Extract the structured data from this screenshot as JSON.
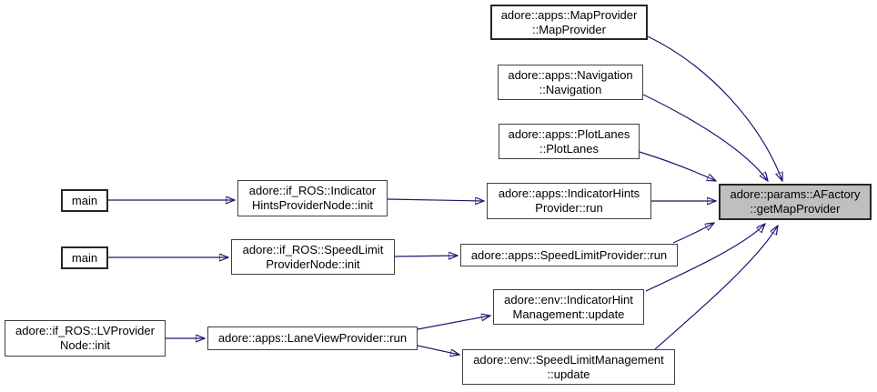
{
  "diagram_type": "doxygen-call-graph",
  "focus_node_id": "afactory_get_map_provider",
  "colors": {
    "edge": "#191970",
    "node_border": "#3f3f3f",
    "node_fill": "#ffffff",
    "focus_node_fill": "#bfbfbf",
    "text": "#000000",
    "background": "#ffffff"
  },
  "nodes": {
    "map_provider_ctor": {
      "label": "adore::apps::MapProvider\n::MapProvider"
    },
    "navigation_ctor": {
      "label": "adore::apps::Navigation\n::Navigation"
    },
    "plot_lanes_ctor": {
      "label": "adore::apps::PlotLanes\n::PlotLanes"
    },
    "main_1": {
      "label": "main"
    },
    "indicator_hints_provider_node_init": {
      "label": "adore::if_ROS::Indicator\nHintsProviderNode::init"
    },
    "indicator_hints_provider_run": {
      "label": "adore::apps::IndicatorHints\nProvider::run"
    },
    "afactory_get_map_provider": {
      "label": "adore::params::AFactory\n::getMapProvider"
    },
    "main_2": {
      "label": "main"
    },
    "speed_limit_provider_node_init": {
      "label": "adore::if_ROS::SpeedLimit\nProviderNode::init"
    },
    "speed_limit_provider_run": {
      "label": "adore::apps::SpeedLimitProvider::run"
    },
    "indicator_hint_management_update": {
      "label": "adore::env::IndicatorHint\nManagement::update"
    },
    "lv_provider_node_init": {
      "label": "adore::if_ROS::LVProvider\nNode::init"
    },
    "lane_view_provider_run": {
      "label": "adore::apps::LaneViewProvider::run"
    },
    "speed_limit_management_update": {
      "label": "adore::env::SpeedLimitManagement\n::update"
    }
  },
  "edges": [
    {
      "from": "main_1",
      "to": "indicator_hints_provider_node_init"
    },
    {
      "from": "indicator_hints_provider_node_init",
      "to": "indicator_hints_provider_run"
    },
    {
      "from": "indicator_hints_provider_run",
      "to": "afactory_get_map_provider"
    },
    {
      "from": "main_2",
      "to": "speed_limit_provider_node_init"
    },
    {
      "from": "speed_limit_provider_node_init",
      "to": "speed_limit_provider_run"
    },
    {
      "from": "speed_limit_provider_run",
      "to": "afactory_get_map_provider"
    },
    {
      "from": "lv_provider_node_init",
      "to": "lane_view_provider_run"
    },
    {
      "from": "lane_view_provider_run",
      "to": "indicator_hint_management_update"
    },
    {
      "from": "lane_view_provider_run",
      "to": "speed_limit_management_update"
    },
    {
      "from": "indicator_hint_management_update",
      "to": "afactory_get_map_provider"
    },
    {
      "from": "speed_limit_management_update",
      "to": "afactory_get_map_provider"
    },
    {
      "from": "map_provider_ctor",
      "to": "afactory_get_map_provider"
    },
    {
      "from": "navigation_ctor",
      "to": "afactory_get_map_provider"
    },
    {
      "from": "plot_lanes_ctor",
      "to": "afactory_get_map_provider"
    }
  ]
}
